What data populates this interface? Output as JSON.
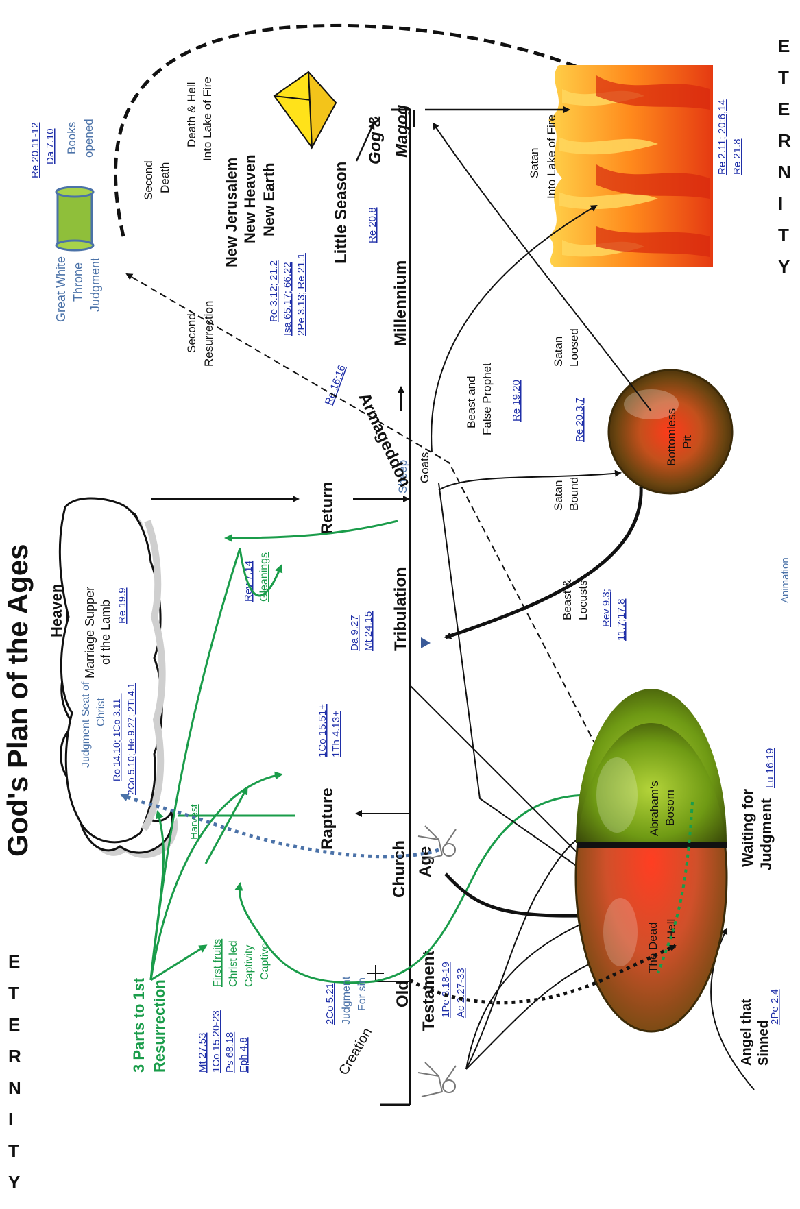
{
  "title": "God's Plan of the Ages",
  "eternity_letters": [
    "E",
    "T",
    "E",
    "R",
    "N",
    "I",
    "T",
    "Y"
  ],
  "timeline": {
    "creation": "Creation",
    "old": "Old",
    "testament": "Testament",
    "church": "Church",
    "age": "Age",
    "tribulation": "Tribulation",
    "millennium": "Millennium",
    "gog": "Gog &",
    "magog": "Magog",
    "sheep": "Sheep",
    "goats": "Goats",
    "armageddon": "Armageddon",
    "armageddon_ref": "Re 16:16"
  },
  "events": {
    "rapture": "Rapture",
    "return": "Return",
    "little_season": "Little Season",
    "little_season_ref": "Re 20.8"
  },
  "heaven": {
    "title": "Heaven",
    "judgment_seat_1": "Judgment  Seat of",
    "judgment_seat_2": "Christ",
    "judgment_ref_1": "Ro 14.10; 1Co 3.11+",
    "judgment_ref_2": "2Co 5.10; He 9.27; 2Ti 4.1",
    "marriage_1": "Marriage Supper",
    "marriage_2": "of the Lamb",
    "marriage_ref": "Re 19.9"
  },
  "resurrection": {
    "parts_1": "3 Parts to 1st",
    "parts_2": "Resurrection",
    "refs": [
      "Mt 27.53",
      "1Co 15.20-23",
      "Ps 68.18",
      "Eph 4.8"
    ],
    "first_fruits": "First fruits",
    "christ_led": "Christ led",
    "captivity": "Captivity",
    "captive": "Captive",
    "harvest": "Harvest",
    "gleanings": "Gleanings",
    "gleanings_ref": "Rev 7.14",
    "rapture_refs": [
      "1Co 15.51+",
      "1Th 4.13+"
    ],
    "trib_refs": [
      "Da 9.27",
      "Mt 24.15"
    ]
  },
  "judgment_for_sin": {
    "ref": "2Co 5.21",
    "line1": "Judgment",
    "line2": "For sin",
    "refs2": [
      "1Pe 3.18-19",
      "Ac 2.27-33"
    ]
  },
  "great_white_throne": {
    "line1": "Great White",
    "line2": "Throne",
    "line3": "Judgment",
    "refs": [
      "Re 20.11-12",
      "Da 7.10"
    ],
    "books_1": "Books",
    "books_2": "opened"
  },
  "second_resurrection": [
    "Second",
    "Resurrection"
  ],
  "second_death": [
    "Second",
    "Death"
  ],
  "death_hell": [
    "Death & Hell",
    "Into Lake of Fire"
  ],
  "new_jerusalem": [
    "New Jerusalem",
    "New Heaven",
    "New Earth"
  ],
  "new_refs": [
    "Re 3.12; 21.2",
    "Isa 65.17; 66.22",
    "2Pe 3.13; Re 21.1"
  ],
  "lake_of_fire": {
    "satan_1": "Satan",
    "satan_2": "Into Lake of Fire",
    "refs": [
      "Re 2.11; 20:6,14",
      "Re 21.8"
    ]
  },
  "bottomless_pit": {
    "line1": "Bottomless",
    "line2": "Pit",
    "ref": "Re 20.3,7",
    "satan_bound": [
      "Satan",
      "Bound"
    ],
    "satan_loosed": [
      "Satan",
      "Loosed"
    ],
    "beast_fp": [
      "Beast and",
      "False Prophet"
    ],
    "beast_fp_ref": "Re 19.20",
    "beast_locusts": [
      "Beast &",
      "Locusts"
    ],
    "locusts_refs": [
      "Rev 9.3;",
      "11.7;17.8"
    ]
  },
  "sheol": {
    "dead": "The Dead",
    "hell": "Hell",
    "abraham": "Abraham's",
    "bosom": "Bosom",
    "waiting_1": "Waiting for",
    "waiting_2": "Judgment",
    "lu_ref": "Lu 16:19",
    "angel_1": "Angel that",
    "angel_2": "Sinned",
    "angel_ref": "2Pe 2.4"
  },
  "animation": "Animation",
  "colors": {
    "green": "#1a9c4a",
    "steel_blue": "#4b72a8",
    "link_blue": "#1f2fa8",
    "dark": "#111111"
  }
}
